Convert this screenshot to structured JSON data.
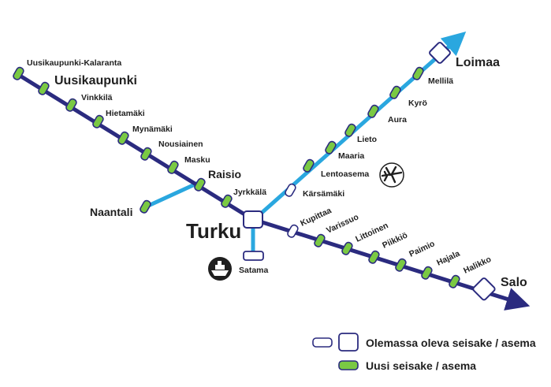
{
  "colors": {
    "main_line": "#2b2b7f",
    "branch_line": "#2aa7df",
    "new_stop_fill": "#7ac943",
    "existing_stop_fill": "#ffffff",
    "stop_outline": "#2b2b7f"
  },
  "icons": {
    "airport": "airplane-icon",
    "harbour": "ship-icon"
  },
  "stations": {
    "uusikaupunki_kalaranta": "Uusikaupunki-Kalaranta",
    "uusikaupunki": "Uusikaupunki",
    "vinkkila": "Vinkkilä",
    "hietamaki": "Hietamäki",
    "mynamaki": "Mynämäki",
    "nousiainen": "Nousiainen",
    "masku": "Masku",
    "raisio": "Raisio",
    "jyrkkala": "Jyrkkälä",
    "naantali": "Naantali",
    "turku": "Turku",
    "satama": "Satama",
    "karsamaki": "Kärsämäki",
    "lentoasema": "Lentoasema",
    "maaria": "Maaria",
    "lieto": "Lieto",
    "aura": "Aura",
    "kyro": "Kyrö",
    "mellila": "Mellilä",
    "loimaa": "Loimaa",
    "kupittaa": "Kupittaa",
    "varissuo": "Varissuo",
    "littoinen": "Littoinen",
    "piikkio": "Piikkiö",
    "paimio": "Paimio",
    "hajala": "Hajala",
    "halikko": "Halikko",
    "salo": "Salo"
  },
  "legend": {
    "existing": "Olemassa oleva seisake / asema",
    "new": "Uusi seisake / asema"
  }
}
